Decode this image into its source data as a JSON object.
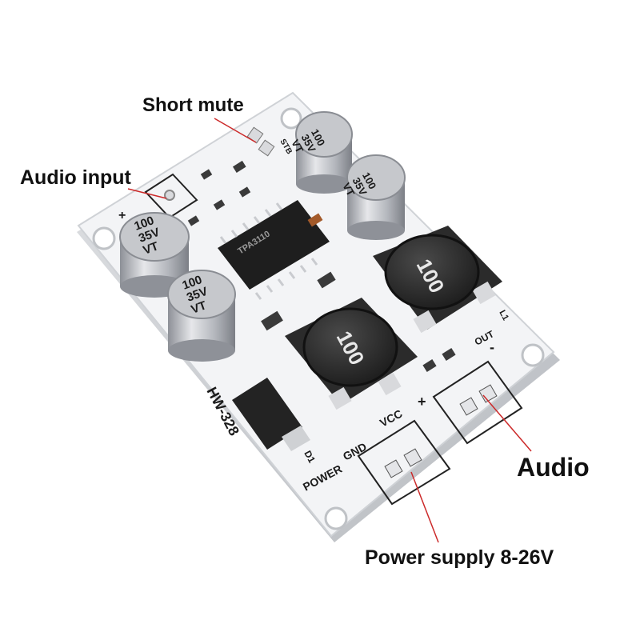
{
  "callouts": {
    "short_mute": "Short mute",
    "audio_input": "Audio input",
    "audio_output": "Audio",
    "power_supply": "Power supply 8-26V"
  },
  "board": {
    "model": "HW-328",
    "chip_marking": "TPA3110",
    "labels": {
      "power": "POWER",
      "gnd": "GND",
      "vcc": "VCC",
      "out": "OUT",
      "plus": "+",
      "minus": "-",
      "stby": "STB",
      "diode": "D1",
      "l1": "L1"
    },
    "capacitor_values": [
      "100",
      "35V",
      "VT"
    ],
    "inductor_value": "100"
  },
  "colors": {
    "pcb": "#f3f4f6",
    "capacitor": "#b9bcc2",
    "inductor": "#2a2a2a",
    "leader_line": "#cc2a2a",
    "callout_text": "#111111"
  }
}
